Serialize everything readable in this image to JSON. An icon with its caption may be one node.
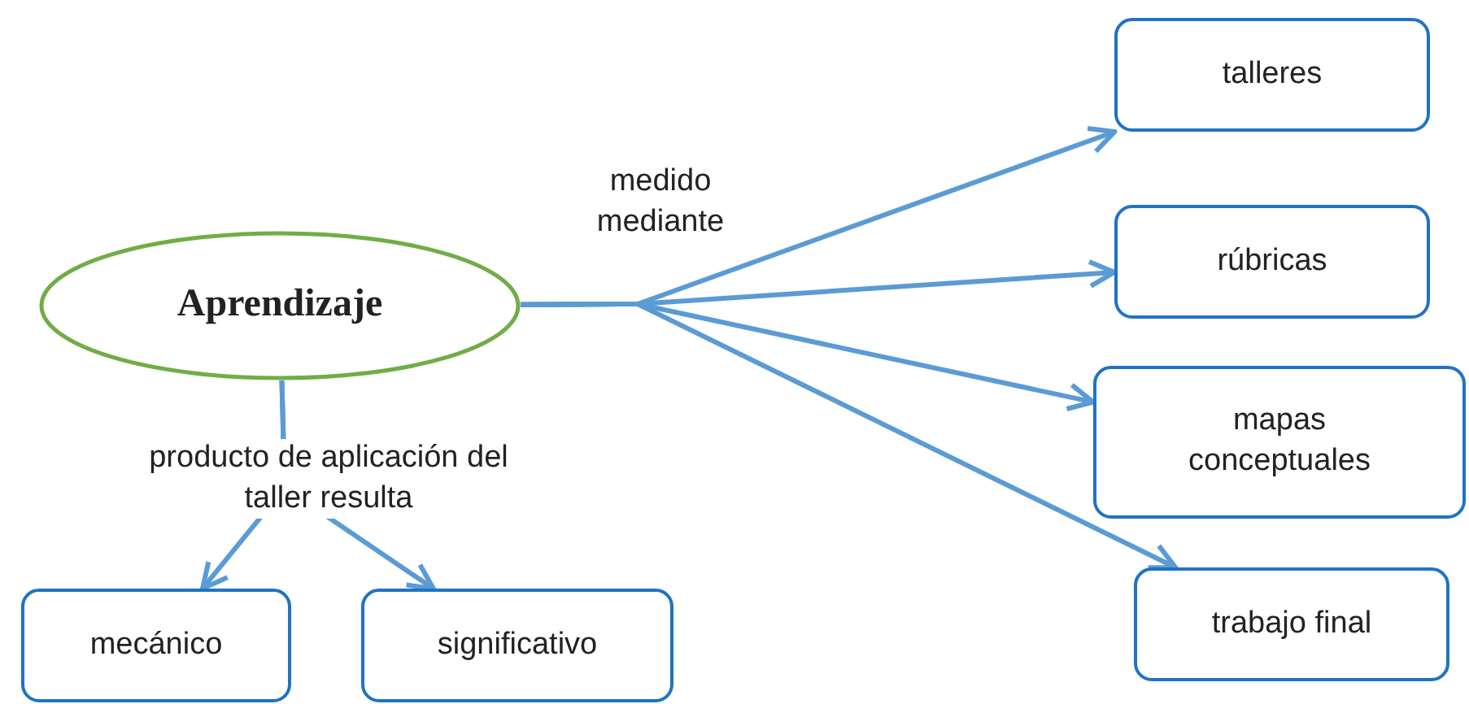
{
  "diagram": {
    "nodes": [
      {
        "text": [
          "Aprendizaje"
        ]
      },
      {
        "text": [
          "talleres"
        ]
      },
      {
        "text": [
          "rúbricas"
        ]
      },
      {
        "text": [
          "mapas conceptuales"
        ]
      },
      {
        "text": [
          "trabajo final"
        ]
      },
      {
        "text": [
          "mecánico"
        ]
      },
      {
        "text": [
          "significativo"
        ]
      }
    ],
    "edges": [
      {
        "from": 0,
        "to": 1,
        "arrow": "to",
        "label": "medido mediante"
      },
      {
        "from": 0,
        "to": 2,
        "arrow": "to"
      },
      {
        "from": 0,
        "to": 3,
        "arrow": "to"
      },
      {
        "from": 0,
        "to": 4,
        "arrow": "to"
      },
      {
        "from": 0,
        "to": 5,
        "arrow": "to",
        "label": "producto de aplicación del taller resulta"
      },
      {
        "from": 0,
        "to": 6,
        "arrow": "to"
      }
    ]
  }
}
